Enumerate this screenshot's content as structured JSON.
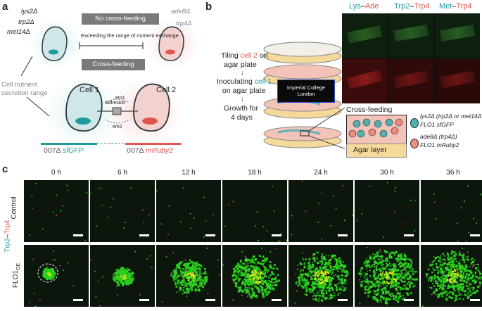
{
  "panel_a": {
    "label": "a",
    "no_cf_box": "No cross-feeding",
    "range_text": "Exceeding the range of nutrient exchange",
    "cf_box": "Cross-feeding",
    "left_genes": [
      "lys2Δ",
      "trp2Δ",
      "met14Δ"
    ],
    "right_genes": [
      "ade8Δ",
      "trp4Δ"
    ],
    "secretion": [
      "Cell nutrient",
      "secretion range"
    ],
    "cell1": "Cell 1",
    "cell2": "Cell 2",
    "em1": "em1",
    "em2": "em2",
    "adhesion": "Adhesion",
    "strain1_prefix": "007Δ",
    "strain1_suffix": "sfGFP",
    "strain2_prefix": "007Δ",
    "strain2_suffix": "mRuby2"
  },
  "panel_b": {
    "label": "b",
    "step1a": "Tiling",
    "step1b": "cell 2",
    "step1c": "on",
    "step1d": "agar plate",
    "step2a": "Inoculating",
    "step2b": "cell 1",
    "step2c": "on agar plate",
    "step3a": "Growth for",
    "step3b": "4 days",
    "logo_line1": "Imperial College",
    "logo_line2": "London",
    "cf_label": "Cross-feeding",
    "agar": "Agar layer",
    "col_headers": [
      {
        "a": "Lys",
        "b": "Ade"
      },
      {
        "a": "Trp2",
        "b": "Trp4"
      },
      {
        "a": "Met",
        "b": "Trp4"
      }
    ],
    "legend1_l1a": "lys2Δ (",
    "legend1_l1b": "trp2Δ or met14Δ",
    "legend1_l1c": ")",
    "legend1_l2": "FLO1 sfGFP",
    "legend2_l1a": "ade8Δ",
    "legend2_l1b": " (trp4Δ)",
    "legend2_l2": "FLO1 mRuby2"
  },
  "panel_c": {
    "label": "c",
    "times": [
      "0 h",
      "6 h",
      "12 h",
      "18 h",
      "24 h",
      "30 h",
      "36 h"
    ],
    "row1": "Control",
    "row2": "FLO1",
    "row2_sub": "OE",
    "side_a": "Trp2",
    "side_b": "Trp4",
    "colony_scale": [
      0.22,
      0.35,
      0.62,
      0.8,
      0.92,
      1.0,
      0.95
    ]
  },
  "colors": {
    "teal": "#1f9aa0",
    "red": "#e0564f",
    "green": "#2bd11e",
    "panel_bg": "#0d160c"
  }
}
